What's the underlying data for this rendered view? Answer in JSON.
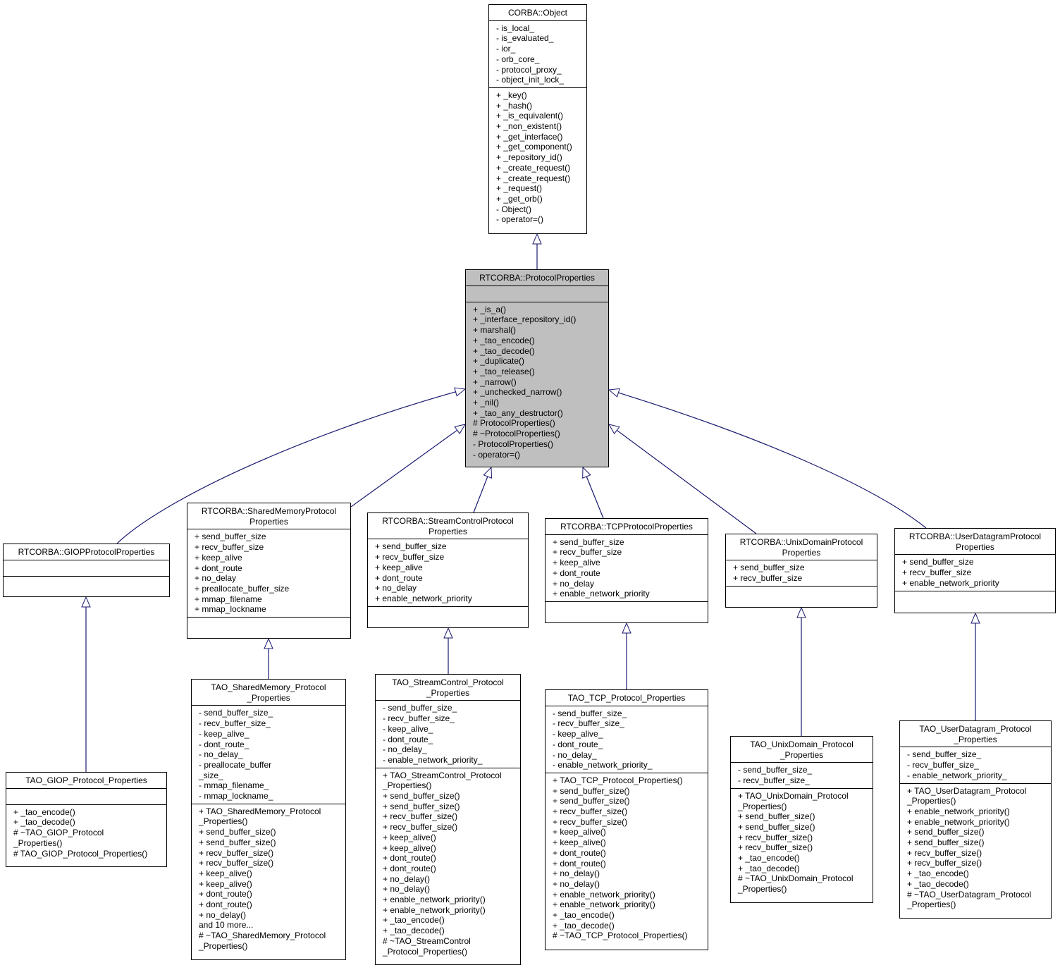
{
  "diagram": {
    "type": "class-inheritance-graph",
    "edge_color": "#191970",
    "highlight_fill": "#bfbfbf",
    "classes": {
      "corba_object": {
        "title": "CORBA::Object",
        "attributes": [
          "- is_local_",
          "- is_evaluated_",
          "- ior_",
          "- orb_core_",
          "- protocol_proxy_",
          "- object_init_lock_"
        ],
        "methods": [
          "+ _key()",
          "+ _hash()",
          "+ _is_equivalent()",
          "+ _non_existent()",
          "+ _get_interface()",
          "+ _get_component()",
          "+ _repository_id()",
          "+ _create_request()",
          "+ _create_request()",
          "+ _request()",
          "+ _get_orb()",
          "- Object()",
          "- operator=()"
        ]
      },
      "protocol_properties": {
        "title": "RTCORBA::ProtocolProperties",
        "attributes": [],
        "methods": [
          "+ _is_a()",
          "+ _interface_repository_id()",
          "+ marshal()",
          "+ _tao_encode()",
          "+ _tao_decode()",
          "+ _duplicate()",
          "+ _tao_release()",
          "+ _narrow()",
          "+ _unchecked_narrow()",
          "+ _nil()",
          "+ _tao_any_destructor()",
          "# ProtocolProperties()",
          "# ~ProtocolProperties()",
          "- ProtocolProperties()",
          "- operator=()"
        ]
      },
      "giop": {
        "title": "RTCORBA::GIOPProtocolProperties",
        "attributes": [],
        "methods": []
      },
      "shared_memory": {
        "title": "RTCORBA::SharedMemoryProtocol\nProperties",
        "attributes": [
          "+ send_buffer_size",
          "+ recv_buffer_size",
          "+ keep_alive",
          "+ dont_route",
          "+ no_delay",
          "+ preallocate_buffer_size",
          "+ mmap_filename",
          "+ mmap_lockname"
        ],
        "methods": []
      },
      "stream_control": {
        "title": "RTCORBA::StreamControlProtocol\nProperties",
        "attributes": [
          "+ send_buffer_size",
          "+ recv_buffer_size",
          "+ keep_alive",
          "+ dont_route",
          "+ no_delay",
          "+ enable_network_priority"
        ],
        "methods": []
      },
      "tcp": {
        "title": "RTCORBA::TCPProtocolProperties",
        "attributes": [
          "+ send_buffer_size",
          "+ recv_buffer_size",
          "+ keep_alive",
          "+ dont_route",
          "+ no_delay",
          "+ enable_network_priority"
        ],
        "methods": []
      },
      "unix_domain": {
        "title": "RTCORBA::UnixDomainProtocol\nProperties",
        "attributes": [
          "+ send_buffer_size",
          "+ recv_buffer_size"
        ],
        "methods": []
      },
      "user_datagram": {
        "title": "RTCORBA::UserDatagramProtocol\nProperties",
        "attributes": [
          "+ send_buffer_size",
          "+ recv_buffer_size",
          "+ enable_network_priority"
        ],
        "methods": []
      },
      "tao_giop": {
        "title": "TAO_GIOP_Protocol_Properties",
        "attributes": [],
        "methods": [
          "+ _tao_encode()",
          "+ _tao_decode()",
          "# ~TAO_GIOP_Protocol\n_Properties()",
          "# TAO_GIOP_Protocol_Properties()"
        ]
      },
      "tao_shared_memory": {
        "title": "TAO_SharedMemory_Protocol\n_Properties",
        "attributes": [
          "- send_buffer_size_",
          "- recv_buffer_size_",
          "- keep_alive_",
          "- dont_route_",
          "- no_delay_",
          "- preallocate_buffer\n_size_",
          "- mmap_filename_",
          "- mmap_lockname_"
        ],
        "methods": [
          "+ TAO_SharedMemory_Protocol\n_Properties()",
          "+ send_buffer_size()",
          "+ send_buffer_size()",
          "+ recv_buffer_size()",
          "+ recv_buffer_size()",
          "+ keep_alive()",
          "+ keep_alive()",
          "+ dont_route()",
          "+ dont_route()",
          "+ no_delay()",
          "and 10 more...",
          "# ~TAO_SharedMemory_Protocol\n_Properties()"
        ]
      },
      "tao_stream_control": {
        "title": "TAO_StreamControl_Protocol\n_Properties",
        "attributes": [
          "- send_buffer_size_",
          "- recv_buffer_size_",
          "- keep_alive_",
          "- dont_route_",
          "- no_delay_",
          "- enable_network_priority_"
        ],
        "methods": [
          "+ TAO_StreamControl_Protocol\n_Properties()",
          "+ send_buffer_size()",
          "+ send_buffer_size()",
          "+ recv_buffer_size()",
          "+ recv_buffer_size()",
          "+ keep_alive()",
          "+ keep_alive()",
          "+ dont_route()",
          "+ dont_route()",
          "+ no_delay()",
          "+ no_delay()",
          "+ enable_network_priority()",
          "+ enable_network_priority()",
          "+ _tao_encode()",
          "+ _tao_decode()",
          "# ~TAO_StreamControl\n_Protocol_Properties()"
        ]
      },
      "tao_tcp": {
        "title": "TAO_TCP_Protocol_Properties",
        "attributes": [
          "- send_buffer_size_",
          "- recv_buffer_size_",
          "- keep_alive_",
          "- dont_route_",
          "- no_delay_",
          "- enable_network_priority_"
        ],
        "methods": [
          "+ TAO_TCP_Protocol_Properties()",
          "+ send_buffer_size()",
          "+ send_buffer_size()",
          "+ recv_buffer_size()",
          "+ recv_buffer_size()",
          "+ keep_alive()",
          "+ keep_alive()",
          "+ dont_route()",
          "+ dont_route()",
          "+ no_delay()",
          "+ no_delay()",
          "+ enable_network_priority()",
          "+ enable_network_priority()",
          "+ _tao_encode()",
          "+ _tao_decode()",
          "# ~TAO_TCP_Protocol_Properties()"
        ]
      },
      "tao_unix_domain": {
        "title": "TAO_UnixDomain_Protocol\n_Properties",
        "attributes": [
          "- send_buffer_size_",
          "- recv_buffer_size_"
        ],
        "methods": [
          "+ TAO_UnixDomain_Protocol\n_Properties()",
          "+ send_buffer_size()",
          "+ send_buffer_size()",
          "+ recv_buffer_size()",
          "+ recv_buffer_size()",
          "+ _tao_encode()",
          "+ _tao_decode()",
          "# ~TAO_UnixDomain_Protocol\n_Properties()"
        ]
      },
      "tao_user_datagram": {
        "title": "TAO_UserDatagram_Protocol\n_Properties",
        "attributes": [
          "- send_buffer_size_",
          "- recv_buffer_size_",
          "- enable_network_priority_"
        ],
        "methods": [
          "+ TAO_UserDatagram_Protocol\n_Properties()",
          "+ enable_network_priority()",
          "+ enable_network_priority()",
          "+ send_buffer_size()",
          "+ send_buffer_size()",
          "+ recv_buffer_size()",
          "+ recv_buffer_size()",
          "+ _tao_encode()",
          "+ _tao_decode()",
          "# ~TAO_UserDatagram_Protocol\n_Properties()"
        ]
      }
    },
    "edges": [
      {
        "from": "protocol_properties",
        "to": "corba_object"
      },
      {
        "from": "giop",
        "to": "protocol_properties"
      },
      {
        "from": "shared_memory",
        "to": "protocol_properties"
      },
      {
        "from": "stream_control",
        "to": "protocol_properties"
      },
      {
        "from": "tcp",
        "to": "protocol_properties"
      },
      {
        "from": "unix_domain",
        "to": "protocol_properties"
      },
      {
        "from": "user_datagram",
        "to": "protocol_properties"
      },
      {
        "from": "tao_giop",
        "to": "giop"
      },
      {
        "from": "tao_shared_memory",
        "to": "shared_memory"
      },
      {
        "from": "tao_stream_control",
        "to": "stream_control"
      },
      {
        "from": "tao_tcp",
        "to": "tcp"
      },
      {
        "from": "tao_unix_domain",
        "to": "unix_domain"
      },
      {
        "from": "tao_user_datagram",
        "to": "user_datagram"
      }
    ]
  }
}
